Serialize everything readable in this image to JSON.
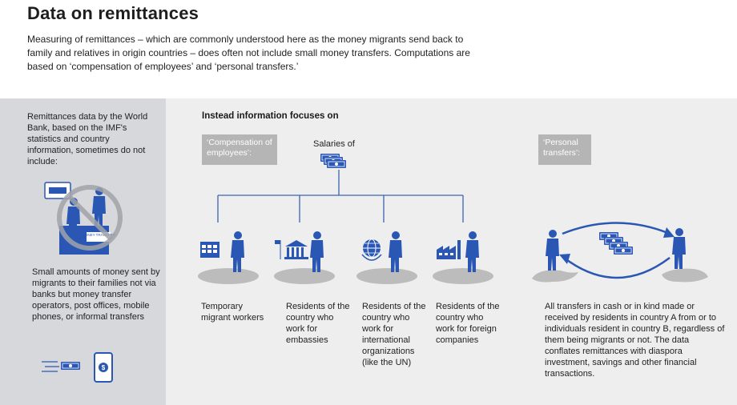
{
  "header": {
    "title": "Data on remittances",
    "intro": "Measuring of remittances – which are commonly understood here as the money migrants send back to family and relatives in origin countries – does often not include small money transfers. Computations are based on ‘compensation of employees’ and ‘personal transfers.’"
  },
  "left_panel": {
    "intro_text": "Remittances data by the World Bank, based on the IMF's statistics and country information, sometimes do not include:",
    "sign_text": "MONEY TRANSFER",
    "small_amounts_text": "Small amounts of money sent by migrants to their families not via banks but money transfer operators, post offices, mobile phones, or informal transfers"
  },
  "main": {
    "heading": "Instead information focuses on",
    "compensation_tag": "‘Compensation of employees’:",
    "salaries_label": "Salaries of",
    "categories": [
      {
        "label": "Temporary migrant workers",
        "icon": "calendar-icon"
      },
      {
        "label": "Residents of the country who work for embassies",
        "icon": "embassy-icon"
      },
      {
        "label": "Residents of the country who work for international organizations (like the UN)",
        "icon": "globe-icon"
      },
      {
        "label": "Residents of the country who work for foreign companies",
        "icon": "factory-icon"
      }
    ],
    "personal_tag": "‘Personal transfers’:",
    "personal_description": "All transfers in cash or in kind made or received by residents in country A from or to individuals resident in country B, regardless of them being migrants or not. The data conflates remittances with diaspora investment, savings and other financial transactions."
  },
  "colors": {
    "accent_blue": "#2a57b4",
    "panel_left": "#d6d8db",
    "panel_main": "#eeeeee",
    "ground_grey": "#bcbcbc",
    "tag_grey": "#b5b5b5",
    "connector_blue": "#3c64b4"
  }
}
